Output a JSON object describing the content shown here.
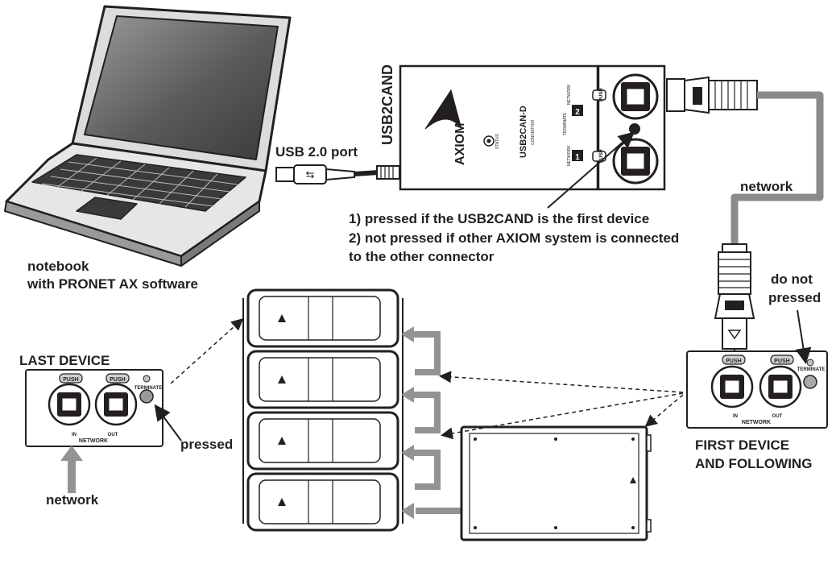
{
  "labels": {
    "usb_port": "USB 2.0 port",
    "network_top": "network",
    "notebook_line1": "notebook",
    "notebook_line2": "with PRONET AX software",
    "note_line1": "1) pressed if the USB2CAND is the first device",
    "note_line2": "2) not pressed if other AXIOM system is connected",
    "note_line3": "to the other connector",
    "do_not_line1": "do not",
    "do_not_line2": "pressed",
    "last_device": "LAST DEVICE",
    "pressed": "pressed",
    "network_bottom": "network",
    "first_device_line1": "FIRST DEVICE",
    "first_device_line2": "AND FOLLOWING"
  },
  "converter": {
    "name_vertical": "USB2CAND",
    "brand": "AXIOM",
    "model": "USB2CAN-D",
    "model_sub": "CONVERTER",
    "status": "STATUS",
    "terminate": "TERMINATE",
    "network_label": "NETWORK",
    "network_1": "1",
    "network_2": "2"
  },
  "panels": {
    "push": "PUSH",
    "in": "IN",
    "out": "OUT",
    "network": "NETWORK",
    "terminate": "TERMINATE"
  },
  "colors": {
    "ink": "#231f20",
    "cable": "#8a8a8a",
    "arrow": "#939393",
    "screen": "#6e6e6e"
  }
}
